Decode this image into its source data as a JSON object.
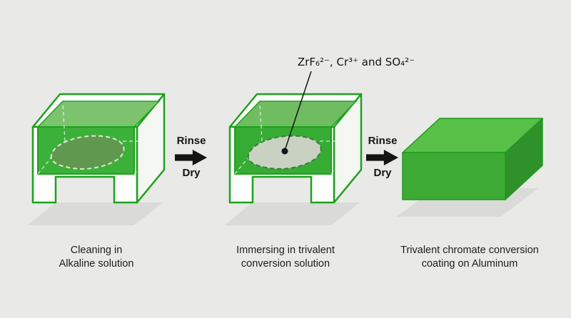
{
  "diagram_title": "Trivalent chromate conversion coating process",
  "background": "#e9e9e7",
  "colors": {
    "outline_green": "#1ca21c",
    "liquid_front": "#3cb13a",
    "liquid_top": "#7cc36e",
    "blob_clean": "#60984f",
    "blob_conversion": "#c9d2c2",
    "box_top": "#58c046",
    "box_front": "#3dab34",
    "box_right": "#2f9129",
    "arrow": "#141414",
    "shadow": "#dadad8"
  },
  "callout": {
    "label": "ZrF₆²⁻, Cr³⁺ and SO₄²⁻"
  },
  "arrows": [
    {
      "top": "Rinse",
      "bottom": "Dry"
    },
    {
      "top": "Rinse",
      "bottom": "Dry"
    }
  ],
  "steps": [
    {
      "caption": "Cleaning in\nAlkaline solution"
    },
    {
      "caption": "Immersing in trivalent\nconversion solution"
    },
    {
      "caption": "Trivalent chromate conversion\ncoating on Aluminum"
    }
  ]
}
